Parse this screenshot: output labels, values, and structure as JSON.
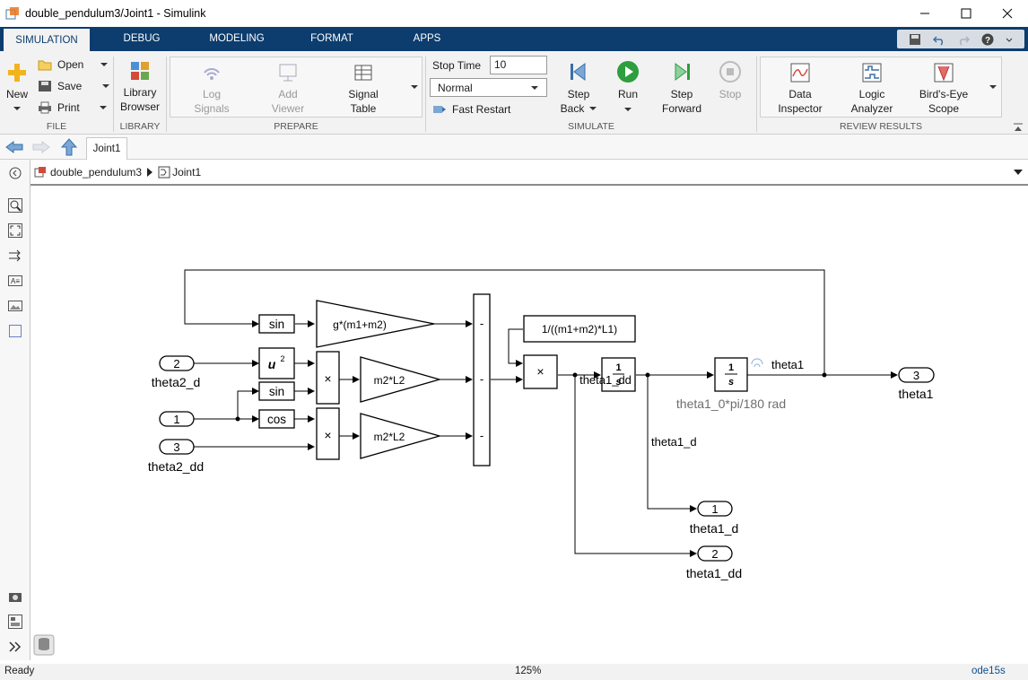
{
  "window": {
    "title": "double_pendulum3/Joint1 - Simulink"
  },
  "tabs": [
    {
      "label": "SIMULATION"
    },
    {
      "label": "DEBUG"
    },
    {
      "label": "MODELING"
    },
    {
      "label": "FORMAT"
    },
    {
      "label": "APPS"
    }
  ],
  "ribbon": {
    "file": {
      "label": "FILE",
      "new": "New",
      "open": "Open",
      "save": "Save",
      "print": "Print"
    },
    "library": {
      "label": "LIBRARY",
      "browser_line1": "Library",
      "browser_line2": "Browser"
    },
    "prepare": {
      "label": "PREPARE",
      "log1": "Log",
      "log2": "Signals",
      "add1": "Add",
      "add2": "Viewer",
      "sig1": "Signal",
      "sig2": "Table"
    },
    "simulate": {
      "label": "SIMULATE",
      "stop_time_label": "Stop Time",
      "stop_time_value": "10",
      "mode": "Normal",
      "fast_restart": "Fast Restart",
      "step_back1": "Step",
      "step_back2": "Back",
      "run": "Run",
      "step_fwd1": "Step",
      "step_fwd2": "Forward",
      "stop": "Stop"
    },
    "review": {
      "label": "REVIEW RESULTS",
      "di1": "Data",
      "di2": "Inspector",
      "la1": "Logic",
      "la2": "Analyzer",
      "be1": "Bird's-Eye",
      "be2": "Scope"
    }
  },
  "nav": {
    "doc_tab": "Joint1"
  },
  "breadcrumb": {
    "root": "double_pendulum3",
    "child": "Joint1"
  },
  "diagram": {
    "inports": [
      {
        "num": "2",
        "name": "theta2_d"
      },
      {
        "num": "1",
        "name": ""
      },
      {
        "num": "3",
        "name": "theta2_dd"
      }
    ],
    "outports": [
      {
        "num": "3",
        "name": "theta1"
      },
      {
        "num": "1",
        "name": "theta1_d"
      },
      {
        "num": "2",
        "name": "theta1_dd"
      }
    ],
    "blocks": {
      "sin_top": "sin",
      "square": "u",
      "square_exp": "2",
      "sin_mid": "sin",
      "cos": "cos",
      "gain_g": "g*(m1+m2)",
      "gain_m2a": "m2*L2",
      "gain_m2b": "m2*L2",
      "gain_inv": "1/((m1+m2)*L1)",
      "mult": "×",
      "sum_sign": "-",
      "int_num": "1",
      "int_den": "s"
    },
    "signals": {
      "theta1": "theta1",
      "theta1_d": "theta1_d",
      "theta1_dd": "theta1_dd",
      "ic": "theta1_0*pi/180 rad"
    }
  },
  "status": {
    "left": "Ready",
    "zoom": "125%",
    "solver": "ode15s"
  },
  "colors": {
    "tabbar": "#0c3d6e",
    "run_green": "#2e9e3e",
    "ic_text": "#6e6e6e"
  }
}
